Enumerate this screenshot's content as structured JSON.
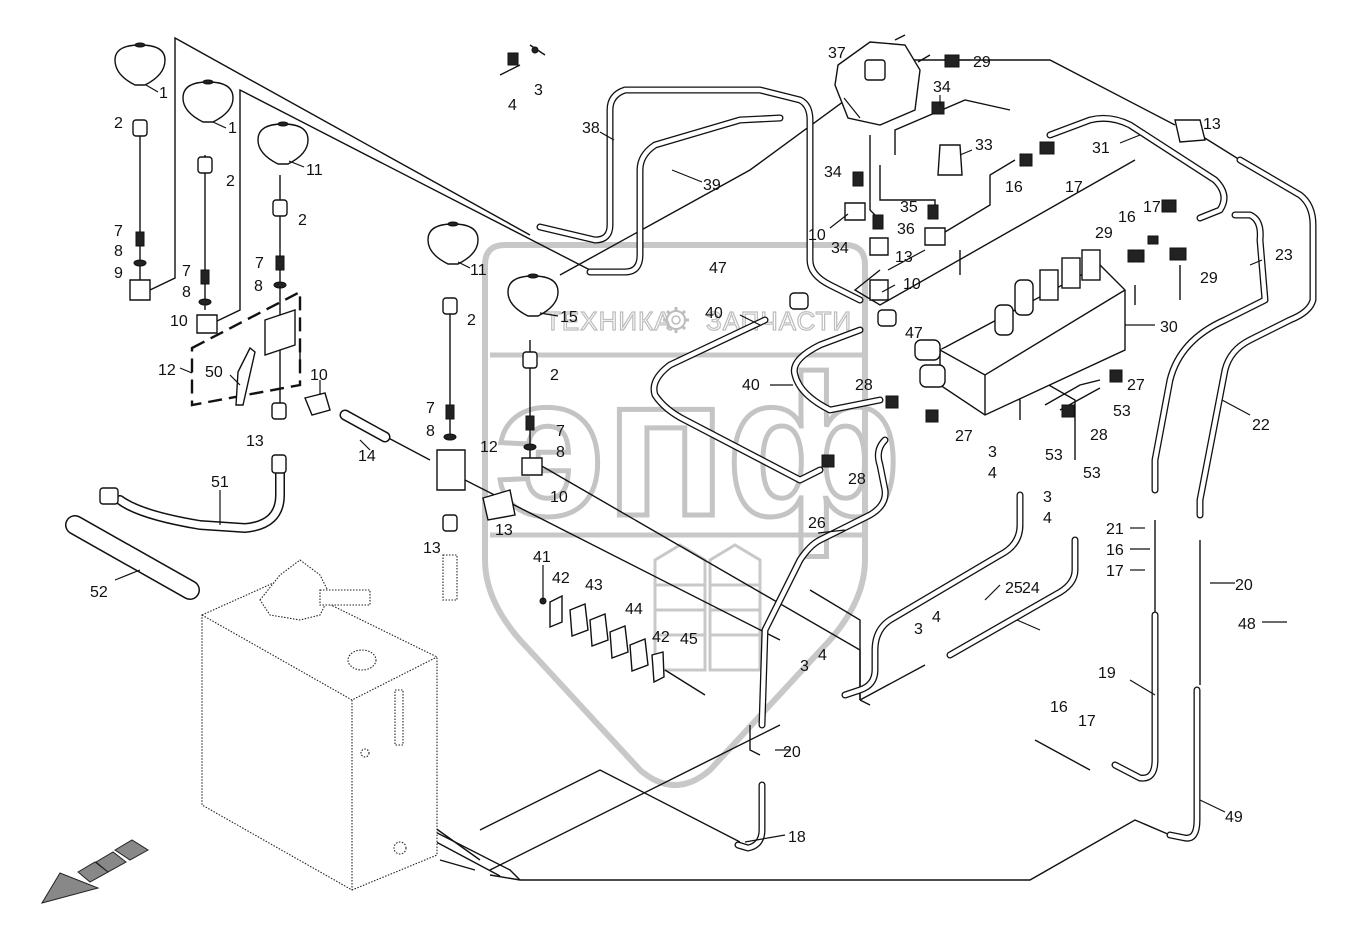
{
  "diagram": {
    "title": "Hydraulic system — exploded parts diagram",
    "watermark": {
      "left_text": "ТЕХНИКА",
      "right_text": "ЗАПЧАСТИ",
      "logo_letters": "эпф",
      "gear_icon": "gear-icon"
    },
    "direction_marker": "arrow-down-left-icon",
    "callouts": [
      {
        "id": "c1a",
        "label": "1"
      },
      {
        "id": "c1b",
        "label": "1"
      },
      {
        "id": "c2a",
        "label": "2"
      },
      {
        "id": "c2b",
        "label": "2"
      },
      {
        "id": "c2c",
        "label": "2"
      },
      {
        "id": "c2d",
        "label": "2"
      },
      {
        "id": "c2e",
        "label": "2"
      },
      {
        "id": "c3a",
        "label": "3"
      },
      {
        "id": "c3b",
        "label": "3"
      },
      {
        "id": "c3c",
        "label": "3"
      },
      {
        "id": "c3d",
        "label": "3"
      },
      {
        "id": "c3e",
        "label": "3"
      },
      {
        "id": "c4a",
        "label": "4"
      },
      {
        "id": "c4b",
        "label": "4"
      },
      {
        "id": "c4c",
        "label": "4"
      },
      {
        "id": "c4d",
        "label": "4"
      },
      {
        "id": "c4e",
        "label": "4"
      },
      {
        "id": "c7a",
        "label": "7"
      },
      {
        "id": "c7b",
        "label": "7"
      },
      {
        "id": "c7c",
        "label": "7"
      },
      {
        "id": "c7d",
        "label": "7"
      },
      {
        "id": "c7e",
        "label": "7"
      },
      {
        "id": "c8a",
        "label": "8"
      },
      {
        "id": "c8b",
        "label": "8"
      },
      {
        "id": "c8c",
        "label": "8"
      },
      {
        "id": "c8d",
        "label": "8"
      },
      {
        "id": "c8e",
        "label": "8"
      },
      {
        "id": "c9",
        "label": "9"
      },
      {
        "id": "c10a",
        "label": "10"
      },
      {
        "id": "c10b",
        "label": "10"
      },
      {
        "id": "c10c",
        "label": "10"
      },
      {
        "id": "c10d",
        "label": "10"
      },
      {
        "id": "c10e",
        "label": "10"
      },
      {
        "id": "c11a",
        "label": "11"
      },
      {
        "id": "c11b",
        "label": "11"
      },
      {
        "id": "c12a",
        "label": "12"
      },
      {
        "id": "c12b",
        "label": "12"
      },
      {
        "id": "c13a",
        "label": "13"
      },
      {
        "id": "c13b",
        "label": "13"
      },
      {
        "id": "c13c",
        "label": "13"
      },
      {
        "id": "c13d",
        "label": "13"
      },
      {
        "id": "c13e",
        "label": "13"
      },
      {
        "id": "c14",
        "label": "14"
      },
      {
        "id": "c15",
        "label": "15"
      },
      {
        "id": "c16a",
        "label": "16"
      },
      {
        "id": "c16b",
        "label": "16"
      },
      {
        "id": "c16c",
        "label": "16"
      },
      {
        "id": "c16d",
        "label": "16"
      },
      {
        "id": "c17a",
        "label": "17"
      },
      {
        "id": "c17b",
        "label": "17"
      },
      {
        "id": "c17c",
        "label": "17"
      },
      {
        "id": "c17d",
        "label": "17"
      },
      {
        "id": "c18",
        "label": "18"
      },
      {
        "id": "c19",
        "label": "19"
      },
      {
        "id": "c20a",
        "label": "20"
      },
      {
        "id": "c20b",
        "label": "20"
      },
      {
        "id": "c21",
        "label": "21"
      },
      {
        "id": "c22",
        "label": "22"
      },
      {
        "id": "c23",
        "label": "23"
      },
      {
        "id": "c24",
        "label": "24"
      },
      {
        "id": "c25",
        "label": "25"
      },
      {
        "id": "c26",
        "label": "26"
      },
      {
        "id": "c27a",
        "label": "27"
      },
      {
        "id": "c27b",
        "label": "27"
      },
      {
        "id": "c28a",
        "label": "28"
      },
      {
        "id": "c28b",
        "label": "28"
      },
      {
        "id": "c28c",
        "label": "28"
      },
      {
        "id": "c29a",
        "label": "29"
      },
      {
        "id": "c29b",
        "label": "29"
      },
      {
        "id": "c29c",
        "label": "29"
      },
      {
        "id": "c30",
        "label": "30"
      },
      {
        "id": "c31",
        "label": "31"
      },
      {
        "id": "c33",
        "label": "33"
      },
      {
        "id": "c34a",
        "label": "34"
      },
      {
        "id": "c34b",
        "label": "34"
      },
      {
        "id": "c34c",
        "label": "34"
      },
      {
        "id": "c35",
        "label": "35"
      },
      {
        "id": "c36",
        "label": "36"
      },
      {
        "id": "c37",
        "label": "37"
      },
      {
        "id": "c38",
        "label": "38"
      },
      {
        "id": "c39",
        "label": "39"
      },
      {
        "id": "c40a",
        "label": "40"
      },
      {
        "id": "c40b",
        "label": "40"
      },
      {
        "id": "c41",
        "label": "41"
      },
      {
        "id": "c42a",
        "label": "42"
      },
      {
        "id": "c42b",
        "label": "42"
      },
      {
        "id": "c43",
        "label": "43"
      },
      {
        "id": "c44",
        "label": "44"
      },
      {
        "id": "c45",
        "label": "45"
      },
      {
        "id": "c47a",
        "label": "47"
      },
      {
        "id": "c47b",
        "label": "47"
      },
      {
        "id": "c48",
        "label": "48"
      },
      {
        "id": "c49",
        "label": "49"
      },
      {
        "id": "c50",
        "label": "50"
      },
      {
        "id": "c51",
        "label": "51"
      },
      {
        "id": "c52",
        "label": "52"
      },
      {
        "id": "c53a",
        "label": "53"
      },
      {
        "id": "c53b",
        "label": "53"
      },
      {
        "id": "c53c",
        "label": "53"
      }
    ]
  }
}
